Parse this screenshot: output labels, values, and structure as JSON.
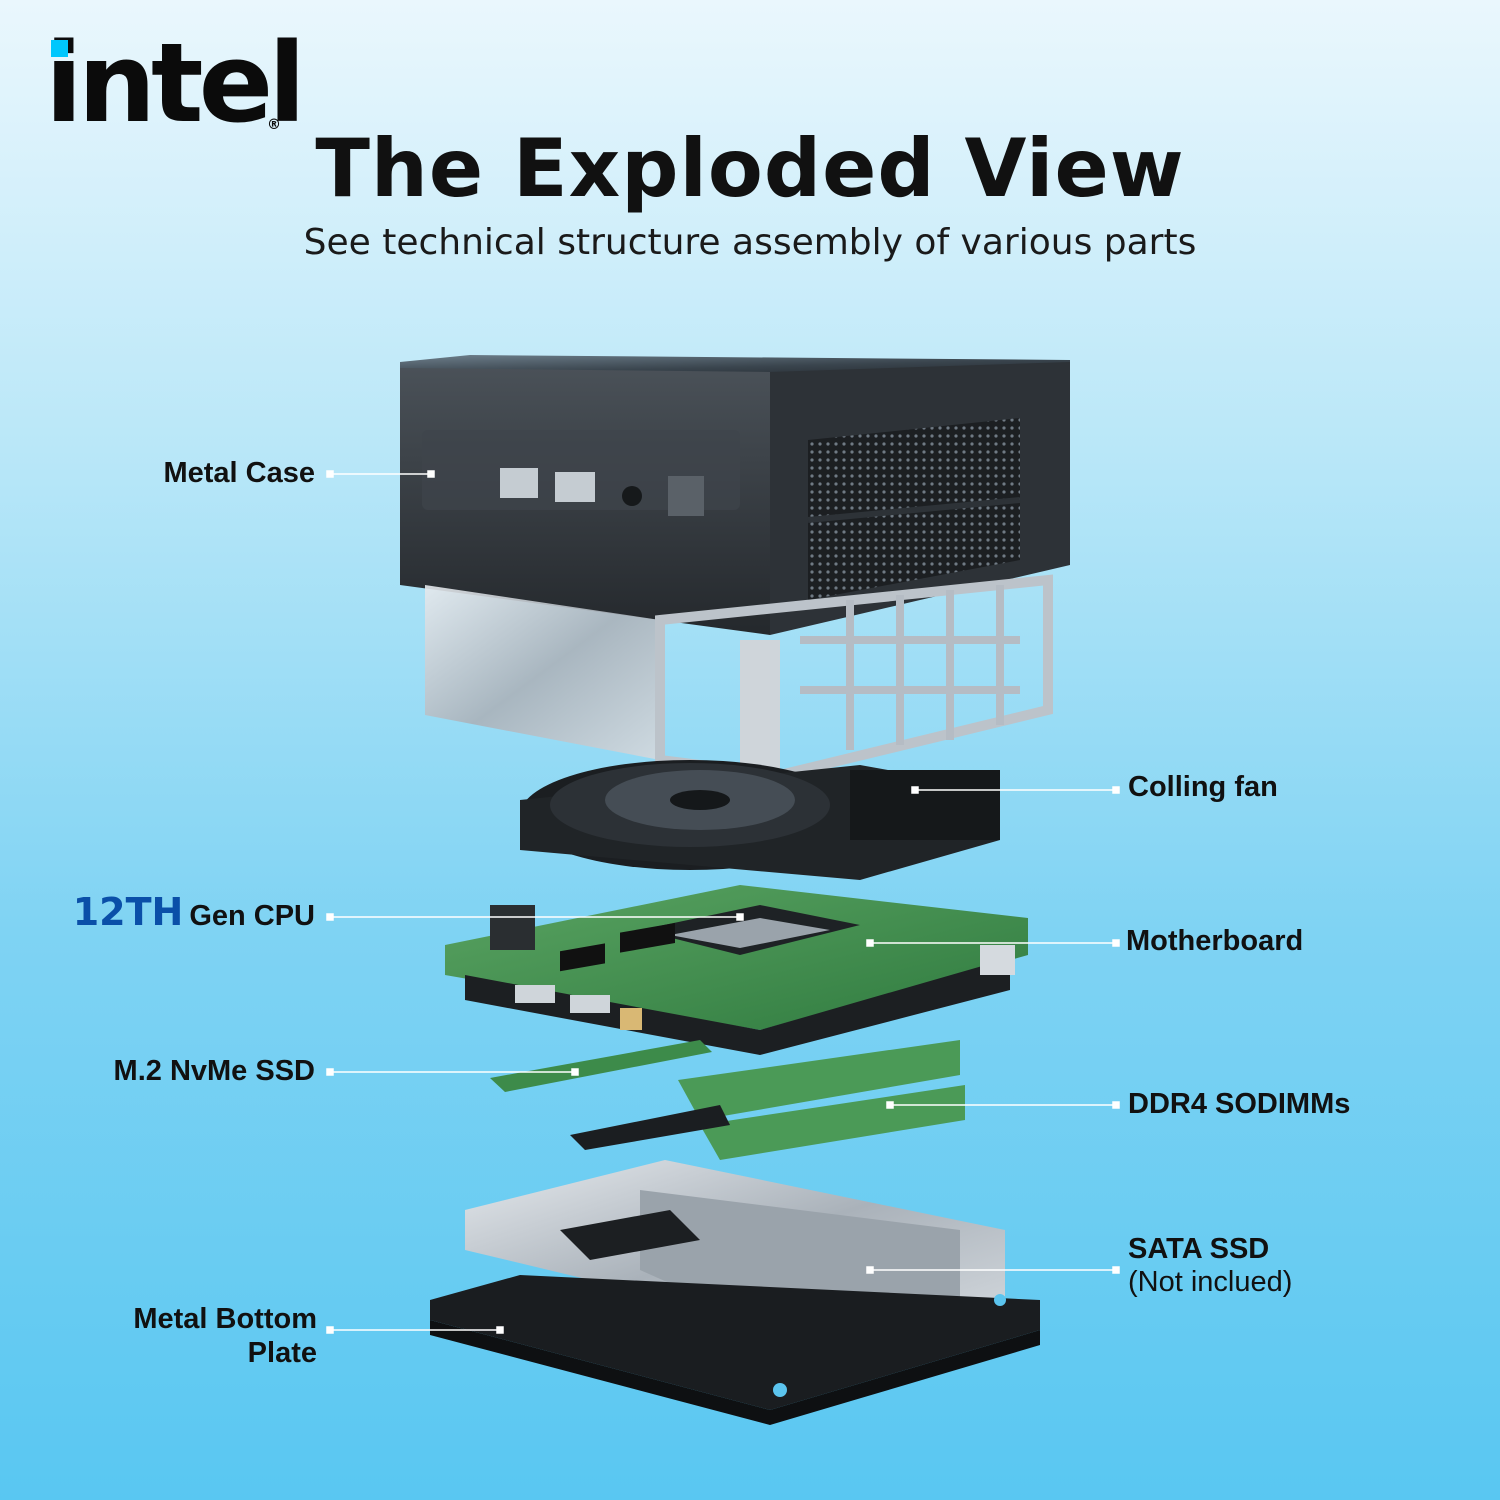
{
  "logo": {
    "text": "intel",
    "reg_mark": "®"
  },
  "title": "The Exploded View",
  "subtitle": "See technical structure assembly of various parts",
  "callouts": {
    "metal_case": "Metal Case",
    "cooling_fan": "Colling fan",
    "cpu_highlight": "12TH",
    "cpu_label": "Gen CPU",
    "motherboard": "Motherboard",
    "nvme_ssd": "M.2 NvMe SSD",
    "ddr4": "DDR4 SODIMMs",
    "sata_ssd": "SATA SSD",
    "sata_note": "(Not inclued)",
    "bottom_plate_line1": "Metal Bottom",
    "bottom_plate_line2": "Plate"
  },
  "colors": {
    "logo_accent": "#00c7fd",
    "cpu_highlight": "#0a4fa8",
    "pcb_green": "#3f8f4e",
    "case_dark": "#2b2f33"
  }
}
